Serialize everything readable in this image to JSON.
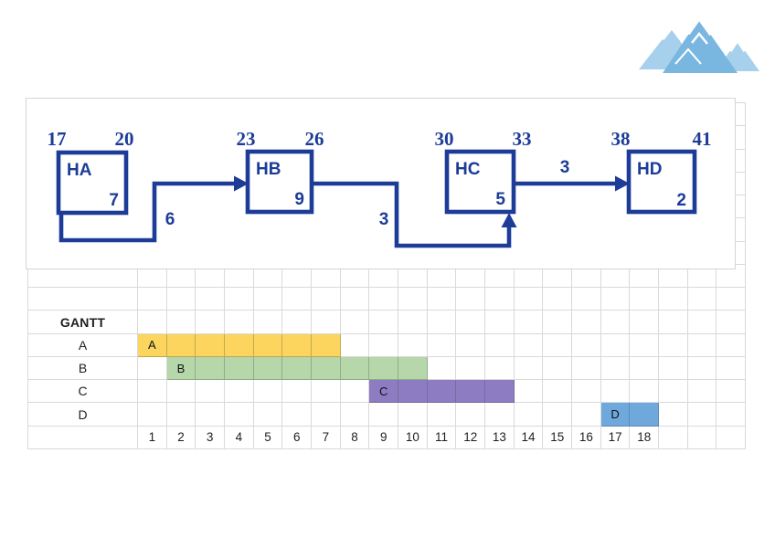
{
  "logo": {
    "icon": "mountain-logo"
  },
  "colors": {
    "diagram_blue": "#1c3c97",
    "grid_line": "#d9d9d9",
    "drawing_border": "#d6d6d6",
    "logo_blue_light": "#a7d0ec",
    "logo_blue": "#79b7e1"
  },
  "network": {
    "nodes": [
      {
        "id": "HA",
        "label": "HA",
        "duration": "7",
        "start": "17",
        "finish": "20"
      },
      {
        "id": "HB",
        "label": "HB",
        "duration": "9",
        "start": "23",
        "finish": "26"
      },
      {
        "id": "HC",
        "label": "HC",
        "duration": "5",
        "start": "30",
        "finish": "33"
      },
      {
        "id": "HD",
        "label": "HD",
        "duration": "2",
        "start": "38",
        "finish": "41"
      }
    ],
    "edges": [
      {
        "from": "HA",
        "to": "HB",
        "label": "6"
      },
      {
        "from": "HB",
        "to": "HC",
        "label": "3"
      },
      {
        "from": "HC",
        "to": "HD",
        "label": "3"
      }
    ]
  },
  "gantt": {
    "title": "GANTT",
    "tasks": [
      {
        "label": "A",
        "start": 1,
        "end": 7,
        "color": "#fbd55e"
      },
      {
        "label": "B",
        "start": 2,
        "end": 10,
        "color": "#b5d7a9"
      },
      {
        "label": "C",
        "start": 9,
        "end": 13,
        "color": "#8e7cc3"
      },
      {
        "label": "D",
        "start": 17,
        "end": 18,
        "color": "#6fa8dc"
      }
    ],
    "axis": [
      "1",
      "2",
      "3",
      "4",
      "5",
      "6",
      "7",
      "8",
      "9",
      "10",
      "11",
      "12",
      "13",
      "14",
      "15",
      "16",
      "17",
      "18"
    ]
  }
}
